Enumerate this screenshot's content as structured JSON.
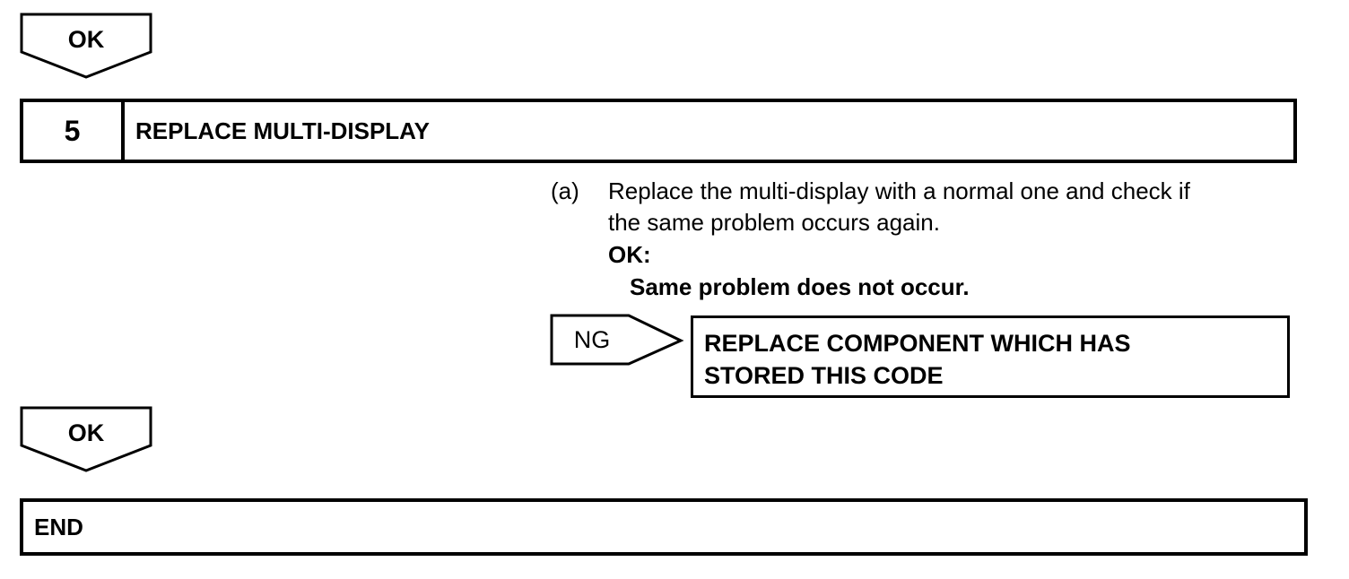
{
  "top_ok_arrow": {
    "label": "OK"
  },
  "step": {
    "number": "5",
    "title": "REPLACE MULTI-DISPLAY"
  },
  "instruction": {
    "marker": "(a)",
    "line1": "Replace the multi-display with a normal one and check if",
    "line2": "the same problem occurs again.",
    "ok_label": "OK:",
    "ok_result": "Same problem does not occur."
  },
  "ng_branch": {
    "label": "NG",
    "result_line1": "REPLACE COMPONENT WHICH HAS",
    "result_line2": "STORED THIS CODE"
  },
  "bottom_ok_arrow": {
    "label": "OK"
  },
  "end_box": {
    "label": "END"
  }
}
